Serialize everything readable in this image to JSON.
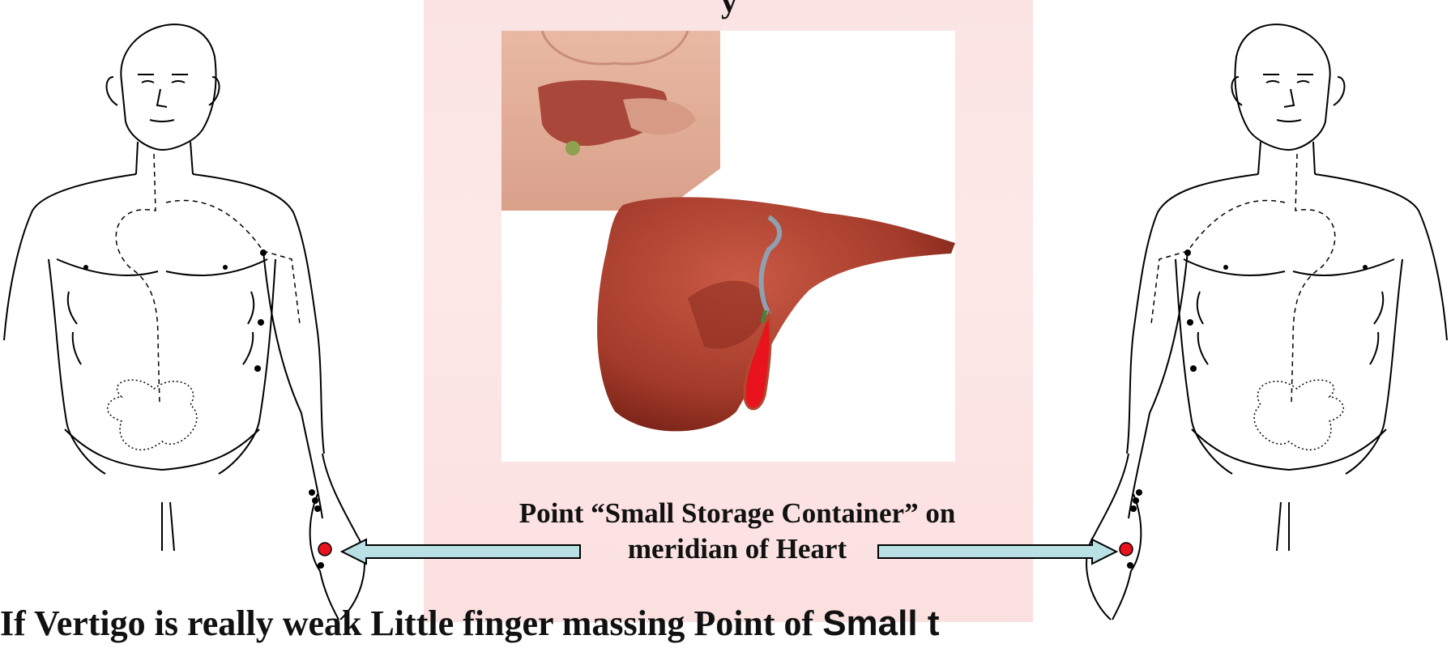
{
  "top_word": "y",
  "caption": {
    "line1": "Point “Small Storage Container” on",
    "line2": "meridian of Heart"
  },
  "bottom": {
    "text": "If Vertigo is really weak Little finger massing Point of ",
    "tail": "Small t"
  },
  "colors": {
    "panel": "#fbe3e3",
    "arrow_fill": "#b9e0e4",
    "point_red": "#e8131c",
    "liver": "#b3412f"
  }
}
